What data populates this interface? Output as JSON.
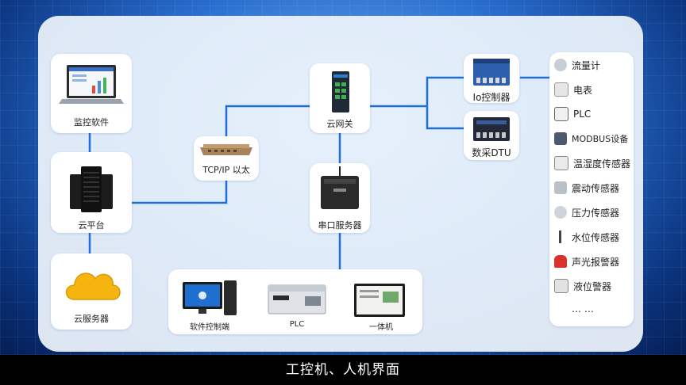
{
  "nodes": {
    "monitor_software": "监控软件",
    "cloud_platform": "云平台",
    "cloud_server": "云服务器",
    "tcpip": "TCP/IP 以太",
    "cloud_gateway": "云网关",
    "serial_server": "串口服务器",
    "io_controller": "Io控制器",
    "data_dtu": "数采DTU",
    "software_client": "软件控制端",
    "plc": "PLC",
    "all_in_one": "一体机"
  },
  "devices": [
    "流量计",
    "电表",
    "PLC",
    "MODBUS设备",
    "温湿度传感器",
    "震动传感器",
    "压力传感器",
    "水位传感器",
    "声光报警器",
    "液位警器",
    "… …"
  ],
  "caption": "工控机、人机界面",
  "colors": {
    "line": "#1e6fd9",
    "caption_bg": "#000000",
    "panel": "#eef4fc"
  }
}
